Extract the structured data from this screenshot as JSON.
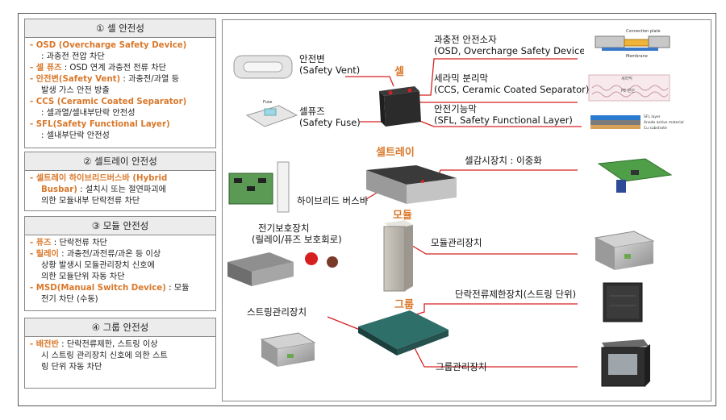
{
  "panels": [
    {
      "title": "① 셀 안전성",
      "items": [
        {
          "key": "- OSD (Overcharge Safety Device)",
          "desc": ""
        },
        {
          "key": "",
          "desc": ": 과충전 전압 차단"
        },
        {
          "key": "- 셀 퓨즈",
          "desc": " : OSD 연계 과충전 전류 차단"
        },
        {
          "key": "- 안전변(Safety Vent)",
          "desc": " : 과충전/과열 등"
        },
        {
          "key": "",
          "desc": "발생 가스 안전 방출"
        },
        {
          "key": "- CCS (Ceramic Coated Separator)",
          "desc": ""
        },
        {
          "key": "",
          "desc": ": 셀과열/셀내부단락 안전성"
        },
        {
          "key": "- SFL(Safety Functional Layer)",
          "desc": ""
        },
        {
          "key": "",
          "desc": ": 셀내부단락 안전성"
        }
      ]
    },
    {
      "title": "② 셀트레이 안전성",
      "items": [
        {
          "key": "- 셀트레이 하이브리드버스바 (Hybrid",
          "desc": ""
        },
        {
          "key": "Busbar)",
          "desc": " : 설치시 또는 절연파괴에"
        },
        {
          "key": "",
          "desc": "의한 모듈내부 단락전류 차단"
        }
      ]
    },
    {
      "title": "③ 모듈 안전성",
      "items": [
        {
          "key": "- 퓨즈",
          "desc": " : 단락전류 차단"
        },
        {
          "key": "- 릴레이",
          "desc": " : 과충전/과전류/과온 등 이상"
        },
        {
          "key": "",
          "desc": "상황 발생시 모듈관리장치 신호에"
        },
        {
          "key": "",
          "desc": "의한 모듈단위 자동 차단"
        },
        {
          "key": "- MSD(Manual Switch Device)",
          "desc": " : 모듈"
        },
        {
          "key": "",
          "desc": "전기 차단 (수동)"
        }
      ]
    },
    {
      "title": "④ 그룹 안전성",
      "items": [
        {
          "key": "- 배전반",
          "desc": " : 단락전류제한, 스트링 이상"
        },
        {
          "key": "",
          "desc": "시 스트링 관리장치 신호에 의한 스트"
        },
        {
          "key": "",
          "desc": "링 단위 자동 차단"
        }
      ]
    }
  ],
  "diagram": {
    "headings": {
      "cell": "셀",
      "tray": "셀트레이",
      "module": "모듈",
      "group": "그룹"
    },
    "labels": {
      "vent1": "안전변",
      "vent2": "(Safety Vent)",
      "fuse1": "셀퓨즈",
      "fuse2": "(Safety Fuse)",
      "osd1": "과충전 안전소자",
      "osd2": "(OSD, Overcharge  Safety Device)",
      "ccs1": "세라믹 분리막",
      "ccs2": "(CCS, Ceramic Coated Separator)",
      "sfl1": "안전기능막",
      "sfl2": "(SFL, Safety Functional Layer)",
      "monitor": "셀감시장치 : 이중화",
      "busbar": "하이브리드 버스바",
      "prot1": "전기보호장치",
      "prot2": "(릴레이/퓨즈 보호회로)",
      "bms": "모듈관리장치",
      "string_limit": "단락전류제한장치(스트링  단위)",
      "string_mgr": "스트링관리장치",
      "group_mgr": "그룹관리장치"
    },
    "thumb_text": {
      "osd_a": "Connection plate",
      "osd_b": "Membrane",
      "ccs": "세라믹",
      "ccs_b": "PE 원단",
      "sfl_a": "SFL layer",
      "sfl_b": "Anode active material",
      "sfl_c": "Cu substrate",
      "fuse": "Fuse"
    },
    "colors": {
      "accent": "#d9782b",
      "line": "#d62020"
    }
  }
}
